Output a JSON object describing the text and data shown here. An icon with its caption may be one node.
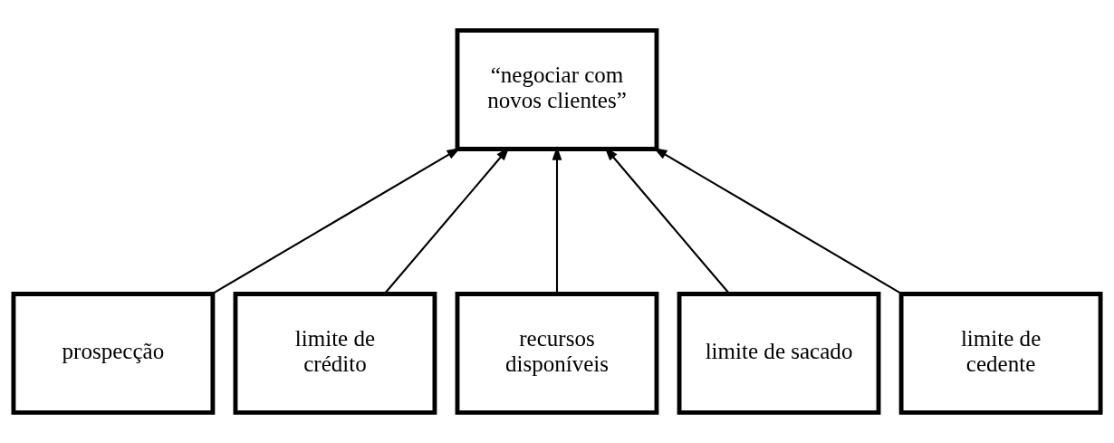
{
  "diagram": {
    "nodes": [
      {
        "text": [
          "“negociar com novos clientes”"
        ]
      },
      {
        "text": [
          "prospecção"
        ]
      },
      {
        "text": [
          "limite de crédito"
        ]
      },
      {
        "text": [
          "recursos disponíveis"
        ]
      },
      {
        "text": [
          "limite de sacado"
        ]
      },
      {
        "text": [
          "limite de cedente"
        ]
      }
    ],
    "edges": [
      {
        "from": 1,
        "to": 0,
        "arrow": "to"
      },
      {
        "from": 2,
        "to": 0,
        "arrow": "to"
      },
      {
        "from": 3,
        "to": 0,
        "arrow": "to"
      },
      {
        "from": 4,
        "to": 0,
        "arrow": "to"
      },
      {
        "from": 5,
        "to": 0,
        "arrow": "to"
      }
    ]
  }
}
